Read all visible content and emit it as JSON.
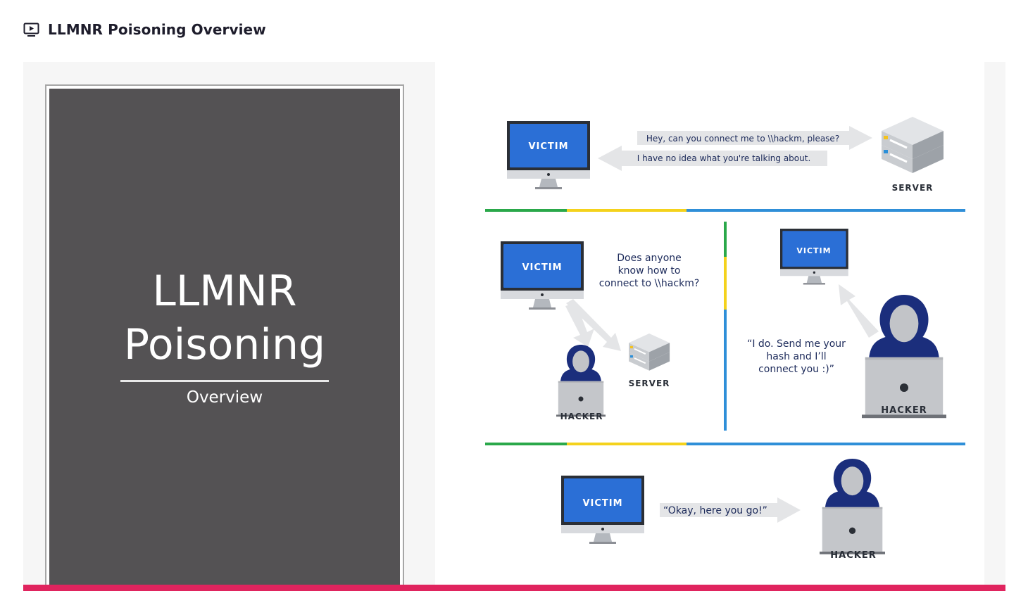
{
  "header": {
    "title": "LLMNR Poisoning Overview",
    "icon": "video-lecture-icon"
  },
  "slide": {
    "title_line1": "LLMNR",
    "title_line2": "Poisoning",
    "subtitle": "Overview"
  },
  "diagram": {
    "panel1": {
      "victim_label": "VICTIM",
      "request": "Hey, can you connect me to \\\\hackm, please?",
      "reply": "I have no idea what you're talking about.",
      "server_label": "SERVER"
    },
    "panel2": {
      "victim_label": "VICTIM",
      "question_line1": "Does anyone",
      "question_line2": "know how to",
      "question_line3": "connect to \\\\hackm?",
      "hacker_label": "HACKER",
      "server_label": "SERVER"
    },
    "panel3": {
      "victim_label": "VICTIM",
      "answer_line1": "“I do. Send me your",
      "answer_line2": "hash and I’ll",
      "answer_line3": "connect you :)”",
      "hacker_label": "HACKER"
    },
    "panel4": {
      "victim_label": "VICTIM",
      "message": "“Okay, here you go!”",
      "hacker_label": "HACKER"
    }
  },
  "colors": {
    "victim_screen": "#2b6fd6",
    "hacker_hood": "#1b2e7c",
    "divider_green": "#2aa84a",
    "divider_yellow": "#f4d21c",
    "divider_blue": "#2f8fd8",
    "progress_bar": "#e0245e",
    "slide_bg": "#545254"
  }
}
